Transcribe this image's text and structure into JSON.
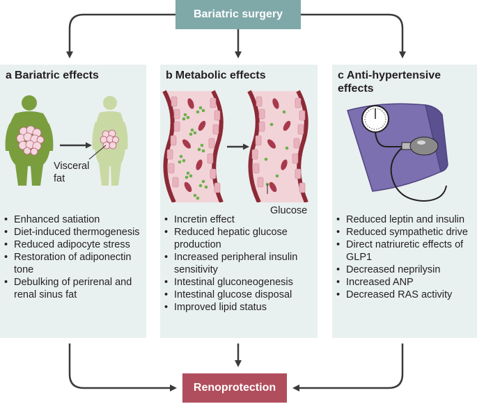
{
  "top_box": {
    "label": "Bariatric surgery"
  },
  "bottom_box": {
    "label": "Renoprotection"
  },
  "panels": [
    {
      "letter": "a",
      "title": "Bariatric effects",
      "callout": [
        "Visceral",
        "fat"
      ],
      "items": [
        "Enhanced satiation",
        "Diet-induced thermogenesis",
        "Reduced adipocyte stress",
        "Restoration of adiponectin tone",
        "Debulking of perirenal and renal sinus fat"
      ]
    },
    {
      "letter": "b",
      "title": "Metabolic effects",
      "callout": [
        "Glucose"
      ],
      "items": [
        "Incretin effect",
        "Reduced hepatic glucose production",
        "Increased peripheral insulin sensitivity",
        "Intestinal gluconeogenesis",
        "Intestinal glucose disposal",
        "Improved lipid status"
      ]
    },
    {
      "letter": "c",
      "title": "Anti-hypertensive effects",
      "callout": [],
      "items": [
        "Reduced leptin and insulin",
        "Reduced sympathetic drive",
        "Direct natriuretic effects of GLP1",
        "Decreased neprilysin",
        "Increased ANP",
        "Decreased RAS activity"
      ]
    }
  ],
  "colors": {
    "top_box": "#7fa8a9",
    "bottom_box": "#b04e5d",
    "panel_bg": "#e9f0f0",
    "body_before": "#7a9e3e",
    "body_after": "#c9d9a4",
    "vessel_wall": "#8c2a36",
    "glucose": "#6cb04a",
    "cuff": "#7d70b0"
  }
}
